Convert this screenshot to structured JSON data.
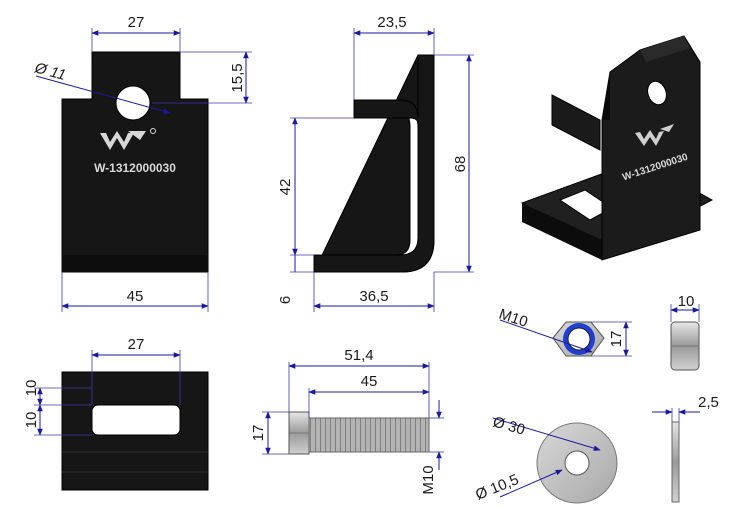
{
  "colors": {
    "part": "#161616",
    "dimension_line": "#1a1aa0",
    "text": "#1a1a1a",
    "steel": "#b8b8b8",
    "nylon_insert": "#1f3fd0"
  },
  "bracket_front": {
    "part_number": "W-1312000030",
    "logo": "W",
    "dims": {
      "top_width": "27",
      "hole_dia": "Ø 11",
      "hole_height": "15,5",
      "bottom_width": "45"
    }
  },
  "bracket_side": {
    "dims": {
      "top_flange": "23,5",
      "inner_height": "42",
      "total_height": "68",
      "thickness": "6",
      "base_length": "36,5"
    }
  },
  "bracket_iso": {
    "part_number": "W-1312000030",
    "logo": "W"
  },
  "bracket_bottom": {
    "dims": {
      "width": "27",
      "slot_a": "10",
      "slot_b": "10"
    }
  },
  "bolt": {
    "dims": {
      "total_length": "51,4",
      "thread_length": "45",
      "head": "17",
      "thread": "M10"
    }
  },
  "nut": {
    "dims": {
      "thread": "M10",
      "across_flats": "17",
      "height": "10"
    }
  },
  "washer": {
    "dims": {
      "outer": "Ø 30",
      "inner": "Ø 10,5",
      "thickness": "2,5"
    }
  }
}
